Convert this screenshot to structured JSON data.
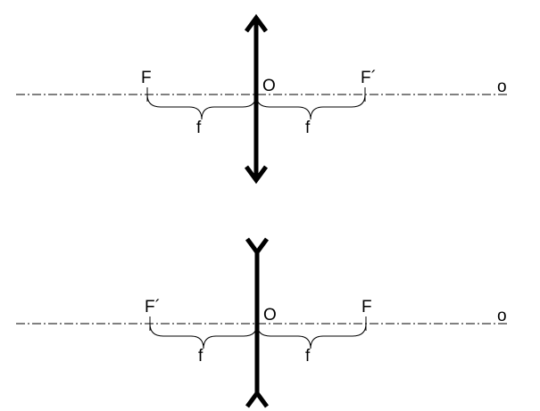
{
  "converging": {
    "focus_left": "F",
    "focus_right": "F´",
    "center": "O",
    "axis_label": "o",
    "focal_left": "f",
    "focal_right": "f"
  },
  "diverging": {
    "focus_left": "F´",
    "focus_right": "F",
    "center": "O",
    "axis_label": "o",
    "focal_left": "f",
    "focal_right": "f"
  }
}
